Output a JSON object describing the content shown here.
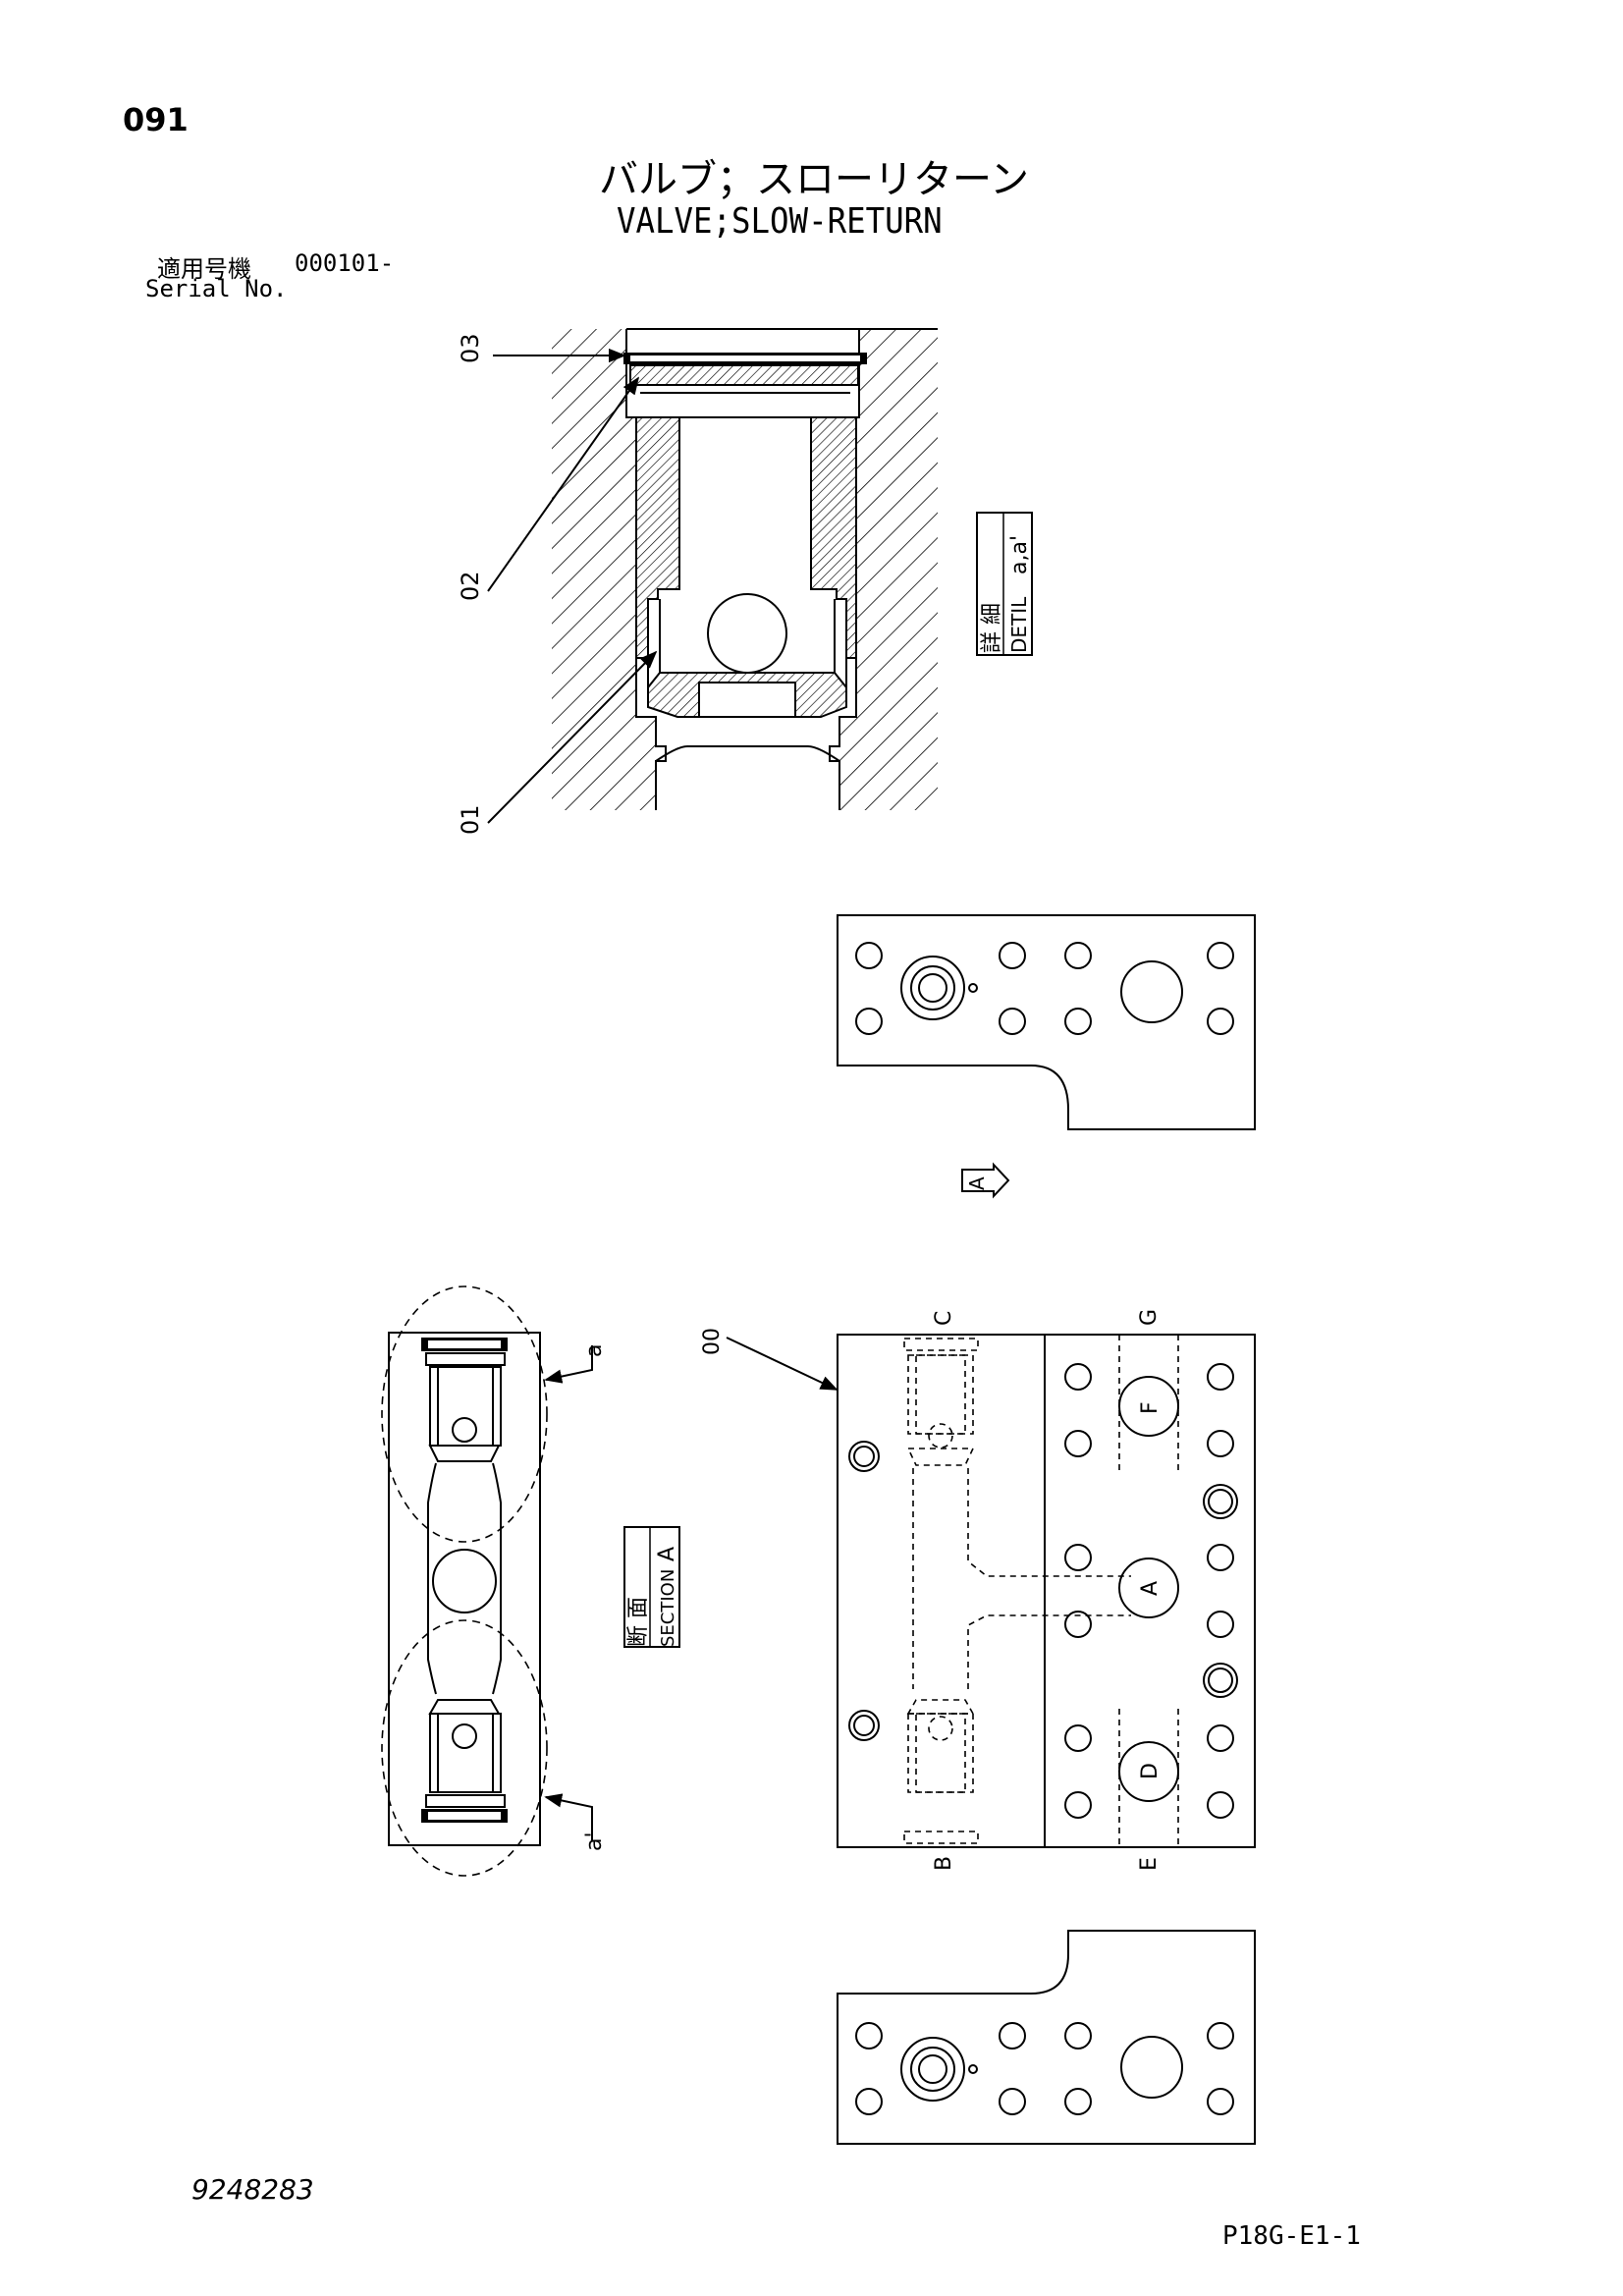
{
  "page": {
    "page_number": "091",
    "title_jp": "バルブ；スローリターン",
    "title_en": "VALVE;SLOW-RETURN",
    "serial_label_jp": "適用号機",
    "serial_value": "000101-",
    "serial_label_en": "Serial No.",
    "drawing_number": "9248283",
    "sheet_code": "P18G-E1-1"
  },
  "detail_view": {
    "part_labels": [
      "03",
      "02",
      "01"
    ],
    "detail_box_jp": "詳 細",
    "detail_box_ref": "a,a'",
    "detail_box_en": "DETIL"
  },
  "section_view": {
    "section_box_jp": "断 面",
    "section_box_ref": "A",
    "section_box_en": "SECTION",
    "callout_top": "a",
    "callout_bottom": "a'"
  },
  "main_view": {
    "arrow_label": "A",
    "assembly_label": "00",
    "port_labels": [
      "C",
      "G",
      "B",
      "E"
    ],
    "circle_labels": [
      "F",
      "A",
      "D"
    ]
  }
}
